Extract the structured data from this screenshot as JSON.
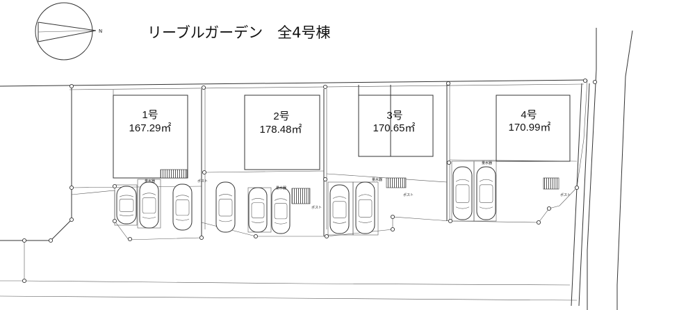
{
  "title": "リーブルガーデン　全4号棟",
  "compass": {
    "north_label": "N"
  },
  "lots": [
    {
      "number": "1号",
      "area": "167.29㎡"
    },
    {
      "number": "2号",
      "area": "178.48㎡"
    },
    {
      "number": "3号",
      "area": "170.65㎡"
    },
    {
      "number": "4号",
      "area": "170.99㎡"
    }
  ],
  "labels": {
    "post": "ポスト",
    "water_meter": "量水器"
  }
}
